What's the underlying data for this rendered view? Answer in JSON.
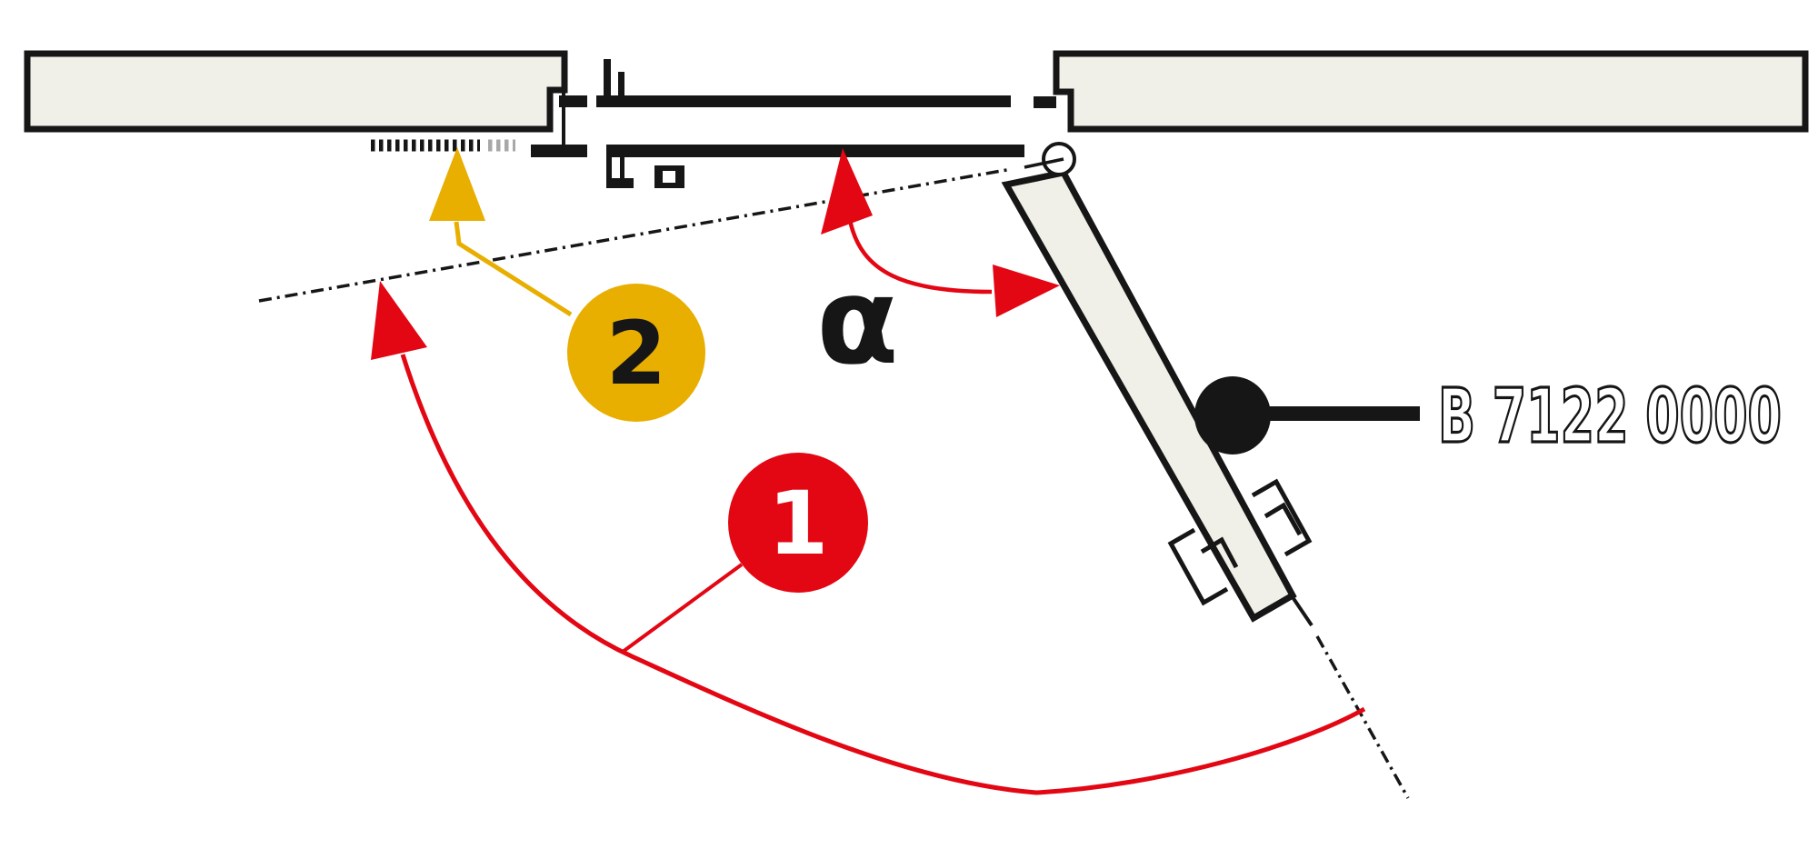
{
  "diagram": {
    "title_hint": "flap-door fitting opening diagram",
    "angle_label": "α",
    "part_number": "B 7122 0000",
    "callouts": [
      {
        "id": "1",
        "color_ref": "red",
        "meaning": "opening swing arc"
      },
      {
        "id": "2",
        "color_ref": "yellow",
        "meaning": "seal / gap strip"
      }
    ]
  },
  "colors": {
    "red": "#e30613",
    "yellow": "#e8ae00",
    "panel": "#f0efe8",
    "ink": "#161616",
    "light_gray": "#a8a8a8",
    "white": "#ffffff"
  }
}
